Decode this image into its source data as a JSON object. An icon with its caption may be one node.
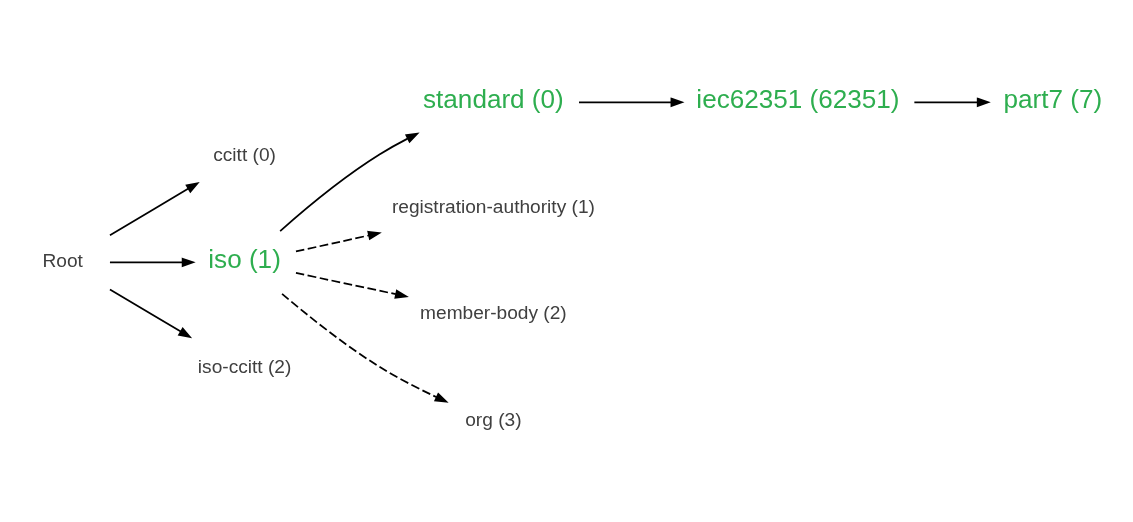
{
  "diagram": {
    "nodes": [
      {
        "text": [
          "Root"
        ]
      },
      {
        "text": [
          "ccitt (0)"
        ]
      },
      {
        "text": [
          "iso (1)"
        ]
      },
      {
        "text": [
          "iso-ccitt (2)"
        ]
      },
      {
        "text": [
          "standard (0)"
        ]
      },
      {
        "text": [
          "iec62351 (62351)"
        ]
      },
      {
        "text": [
          "part7 (7)"
        ]
      },
      {
        "text": [
          "registration-authority (1)"
        ]
      },
      {
        "text": [
          "member-body (2)"
        ]
      },
      {
        "text": [
          "org (3)"
        ]
      }
    ],
    "edges": [
      {
        "from": 0,
        "to": 1,
        "arrow": "to"
      },
      {
        "from": 0,
        "to": 2,
        "arrow": "to"
      },
      {
        "from": 0,
        "to": 3,
        "arrow": "to"
      },
      {
        "from": 2,
        "to": 4,
        "arrow": "to"
      },
      {
        "from": 4,
        "to": 5,
        "arrow": "to"
      },
      {
        "from": 5,
        "to": 6,
        "arrow": "to"
      },
      {
        "from": 2,
        "to": 7,
        "arrow": "to",
        "style": "dashed"
      },
      {
        "from": 2,
        "to": 8,
        "arrow": "to",
        "style": "dashed"
      },
      {
        "from": 2,
        "to": 9,
        "arrow": "to",
        "style": "dashed"
      }
    ]
  }
}
